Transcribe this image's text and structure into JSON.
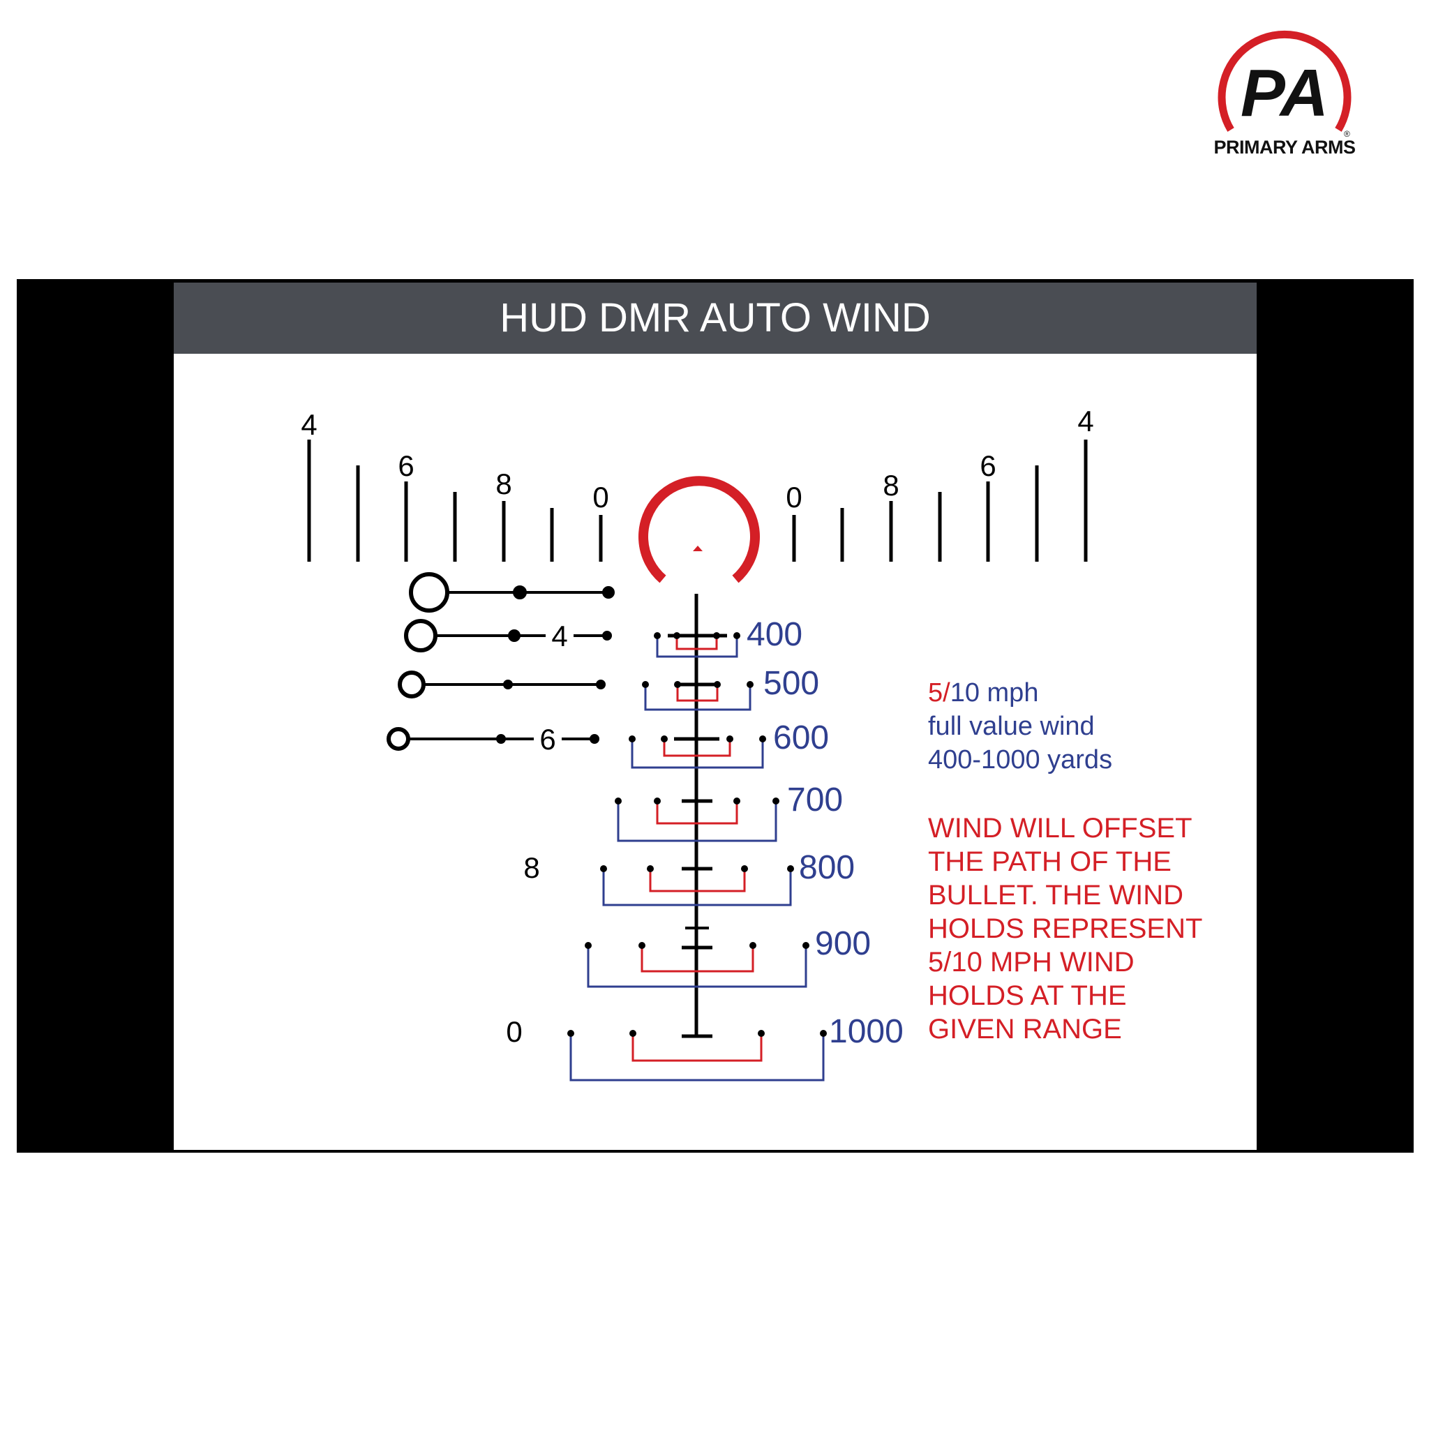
{
  "brand": {
    "logo_letters": "PA",
    "name": "PRIMARY ARMS",
    "registered": "®",
    "colors": {
      "ring": "#d41f26",
      "letters": "#111111"
    }
  },
  "title": "HUD DMR AUTO WIND",
  "reticle": {
    "top_scale_labels": {
      "left": [
        "4",
        "6",
        "8",
        "0"
      ],
      "right": [
        "0",
        "8",
        "6",
        "4"
      ]
    },
    "rangefinder_labels": [
      "4",
      "6",
      "8",
      "0"
    ],
    "range_labels": [
      "400",
      "500",
      "600",
      "700",
      "800",
      "900",
      "1000"
    ]
  },
  "legend": {
    "wind_red": "5/",
    "wind_blue": "10 mph",
    "line2": "full value wind",
    "line3": "400-1000 yards",
    "note_lines": [
      "WIND WILL OFFSET",
      "THE PATH OF THE",
      "BULLET. THE WIND",
      "HOLDS REPRESENT",
      "5/10 MPH WIND",
      "HOLDS AT THE",
      "GIVEN RANGE"
    ]
  },
  "colors": {
    "header_bg": "#4a4d53",
    "red": "#d41f26",
    "blue": "#2f3f8f",
    "black": "#000000"
  }
}
